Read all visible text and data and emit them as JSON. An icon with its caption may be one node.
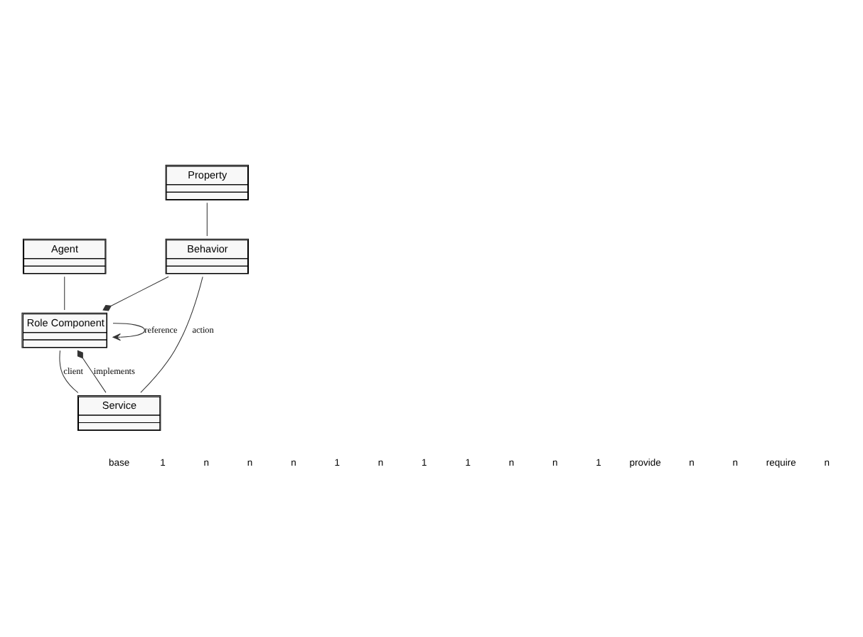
{
  "diagram": {
    "nodes": [
      {
        "text": [
          "Agent"
        ]
      },
      {
        "text": [
          "Role Component"
        ]
      },
      {
        "text": [
          "Property"
        ]
      },
      {
        "text": [
          "Behavior"
        ]
      },
      {
        "text": [
          "Service"
        ]
      }
    ],
    "edges": [
      {
        "from": 0,
        "to": 1,
        "arrow": "none"
      },
      {
        "from": 2,
        "to": 3,
        "arrow": "none"
      },
      {
        "from": 3,
        "to": 1,
        "arrow": "other"
      },
      {
        "from": 4,
        "to": 1,
        "arrow": "other",
        "label": "implements"
      },
      {
        "from": 1,
        "to": 4,
        "arrow": "none",
        "label": "client"
      },
      {
        "from": 3,
        "to": 4,
        "arrow": "none",
        "label": "action"
      },
      {
        "from": 1,
        "to": 1,
        "arrow": "to",
        "label": "reference"
      }
    ],
    "labels": [
      "base",
      "1",
      "n",
      "n",
      "n",
      "1",
      "n",
      "1",
      "1",
      "n",
      "n",
      "1",
      "provide",
      "n",
      "n",
      "require",
      "n"
    ]
  }
}
